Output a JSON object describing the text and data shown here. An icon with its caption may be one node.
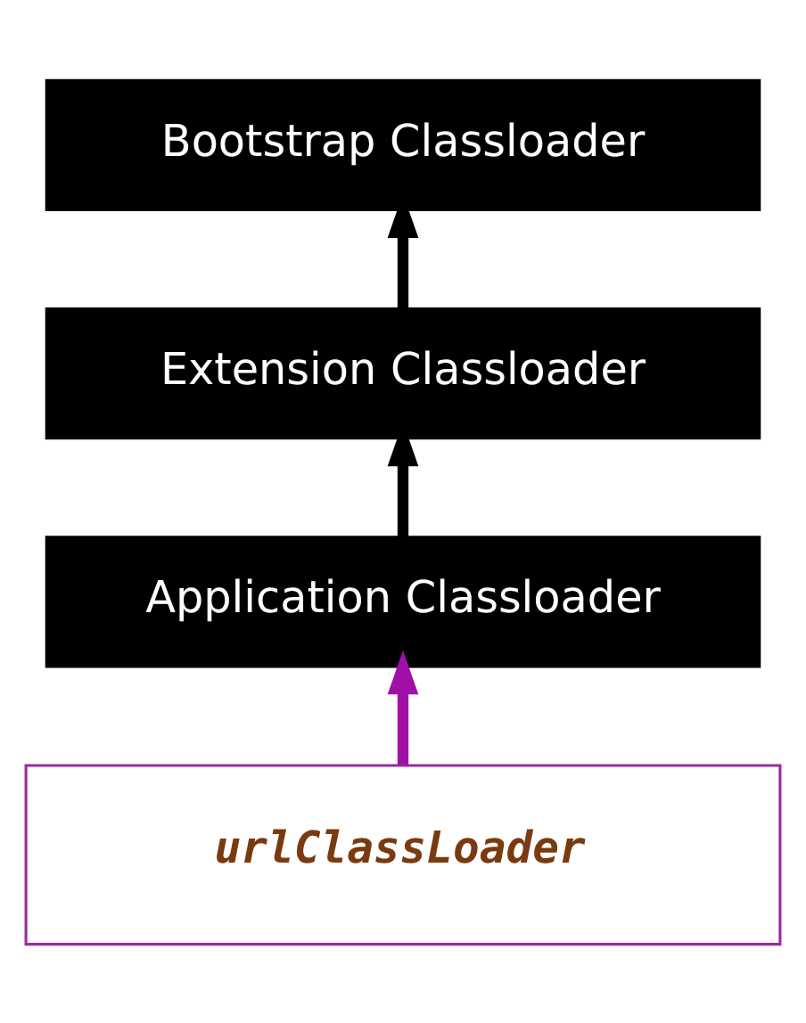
{
  "diagram": {
    "nodes": [
      {
        "text": [
          "Bootstrap Classloader"
        ]
      },
      {
        "text": [
          "Extension Classloader"
        ]
      },
      {
        "text": [
          "Application Classloader"
        ]
      },
      {
        "text": [
          "urlClassLoader"
        ]
      }
    ],
    "edges": [
      {
        "from": 1,
        "to": 0,
        "arrow": "to"
      },
      {
        "from": 2,
        "to": 1,
        "arrow": "to"
      },
      {
        "from": 3,
        "to": 2,
        "arrow": "to",
        "color": "#a010a8"
      }
    ]
  }
}
